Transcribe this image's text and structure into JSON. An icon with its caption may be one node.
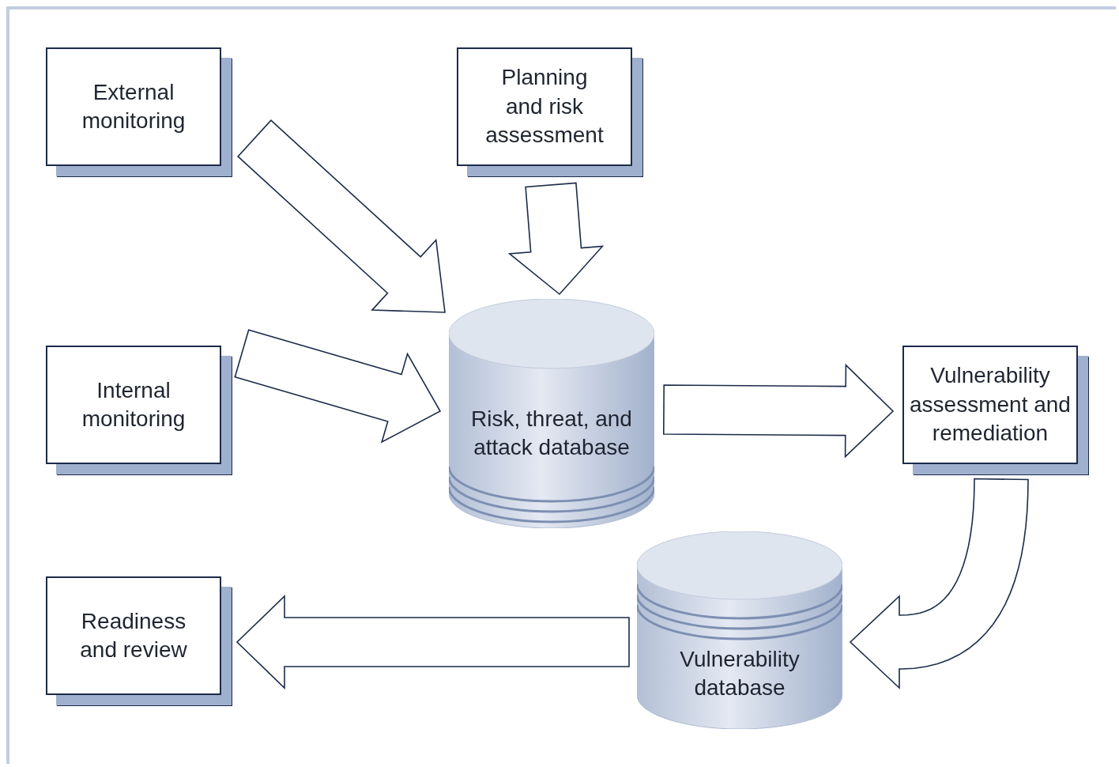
{
  "diagram": {
    "nodes": [
      {
        "text": [
          "External monitoring"
        ]
      },
      {
        "text": [
          "Planning and risk assessment"
        ]
      },
      {
        "text": [
          "Internal monitoring"
        ]
      },
      {
        "text": [
          "Risk, threat, and attack database"
        ]
      },
      {
        "text": [
          "Vulnerability assessment and remediation"
        ]
      },
      {
        "text": [
          "Vulnerability database"
        ]
      },
      {
        "text": [
          "Readiness and review"
        ]
      }
    ],
    "edges": [
      {
        "from": 0,
        "to": 3,
        "arrow": "to"
      },
      {
        "from": 1,
        "to": 3,
        "arrow": "to"
      },
      {
        "from": 2,
        "to": 3,
        "arrow": "to"
      },
      {
        "from": 3,
        "to": 4,
        "arrow": "to"
      },
      {
        "from": 4,
        "to": 5,
        "arrow": "to"
      },
      {
        "from": 5,
        "to": 6,
        "arrow": "to"
      }
    ]
  }
}
